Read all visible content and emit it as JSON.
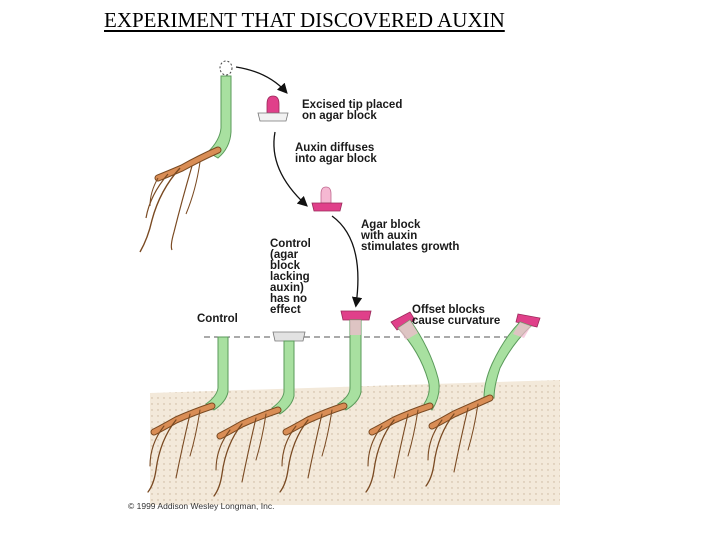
{
  "title": "EXPERIMENT THAT DISCOVERED AUXIN",
  "labels": {
    "excised_tip": "Excised tip placed\non agar block",
    "auxin_diffuses": "Auxin diffuses\ninto agar block",
    "agar_stimulates": "Agar block\nwith auxin\nstimulates growth",
    "control_no_effect": "Control\n(agar\nblock\nlacking\nauxin)\nhas no\neffect",
    "control": "Control",
    "offset_blocks": "Offset blocks\ncause curvature"
  },
  "copyright": "© 1999 Addison Wesley Longman, Inc.",
  "colors": {
    "stem": "#a8e0a0",
    "stem_outline": "#5a9a5a",
    "root": "#d98d55",
    "root_outline": "#7a4a22",
    "agar_pink": "#e0408a",
    "agar_light": "#f5b8d2",
    "agar_control": "#e2e2e2",
    "soil": "#f3e9da"
  }
}
